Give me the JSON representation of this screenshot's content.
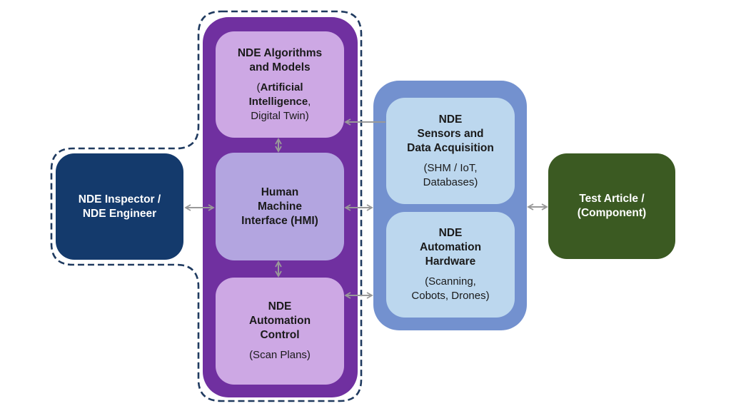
{
  "diagram": {
    "type": "block-diagram",
    "colors": {
      "hmi_group": "#7030a0",
      "hardware_group": "#7391cf",
      "inspector": "#143a6c",
      "test_article": "#3b5a22",
      "light_purple_box": "#cda8e4",
      "lavender_box": "#b3a5e0",
      "light_blue_box": "#bcd7ee",
      "dashed_outline": "#1f3a5f",
      "arrow": "#999999"
    },
    "nodes": {
      "inspector": {
        "title": "NDE Inspector /\nNDE Engineer"
      },
      "algorithms": {
        "title": "NDE Algorithms\nand Models",
        "subtitle_paren_open": "(",
        "subtitle_bold": "Artificial\nIntelligence",
        "subtitle_rest": ",\nDigital Twin)"
      },
      "hmi": {
        "title": "Human\nMachine\nInterface (HMI)"
      },
      "control": {
        "title": "NDE\nAutomation\nControl",
        "subtitle": "(Scan Plans)"
      },
      "sensors": {
        "title": "NDE\nSensors and\nData Acquisition",
        "subtitle": "(SHM / IoT,\nDatabases)"
      },
      "hardware": {
        "title": "NDE\nAutomation\nHardware",
        "subtitle": "(Scanning,\nCobots, Drones)"
      },
      "test_article": {
        "title": "Test Article /\n(Component)"
      }
    },
    "edges": [
      {
        "from": "inspector",
        "to": "hmi",
        "direction": "both"
      },
      {
        "from": "algorithms",
        "to": "hmi",
        "direction": "both"
      },
      {
        "from": "hmi",
        "to": "control",
        "direction": "both"
      },
      {
        "from": "sensors",
        "to": "algorithms",
        "direction": "forward"
      },
      {
        "from": "hmi",
        "to": "hardware-group",
        "direction": "both"
      },
      {
        "from": "control",
        "to": "hardware-group",
        "direction": "both"
      },
      {
        "from": "hardware-group",
        "to": "test_article",
        "direction": "both"
      }
    ],
    "groups": [
      {
        "id": "purple-group",
        "members": [
          "algorithms",
          "hmi",
          "control"
        ]
      },
      {
        "id": "blue-group",
        "members": [
          "sensors",
          "hardware"
        ]
      },
      {
        "id": "dashed-human-in-loop-boundary",
        "members": [
          "inspector",
          "purple-group"
        ]
      }
    ]
  }
}
